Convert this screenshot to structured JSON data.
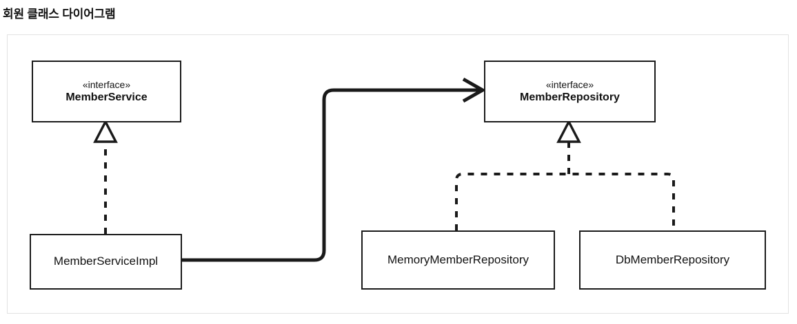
{
  "page": {
    "title": "회원 클래스 다이어그램"
  },
  "diagram": {
    "type": "uml-class-diagram",
    "stereotype_label": "«interface»",
    "colors": {
      "stroke": "#1a1a1a",
      "fill": "#ffffff",
      "frame_border": "#e2e2e2",
      "text": "#111111"
    },
    "nodes": [
      {
        "id": "member-service",
        "stereotype": "«interface»",
        "name": "MemberService",
        "kind": "interface"
      },
      {
        "id": "member-repository",
        "stereotype": "«interface»",
        "name": "MemberRepository",
        "kind": "interface"
      },
      {
        "id": "member-service-impl",
        "name": "MemberServiceImpl",
        "kind": "class"
      },
      {
        "id": "memory-member-repository",
        "name": "MemoryMemberRepository",
        "kind": "class"
      },
      {
        "id": "db-member-repository",
        "name": "DbMemberRepository",
        "kind": "class"
      }
    ],
    "edges": [
      {
        "id": "impl-realizes-service",
        "from": "member-service-impl",
        "to": "member-service",
        "type": "realization",
        "line": "dashed",
        "head": "hollow-triangle"
      },
      {
        "id": "memory-realizes-repository",
        "from": "memory-member-repository",
        "to": "member-repository",
        "type": "realization",
        "line": "dashed",
        "head": "hollow-triangle"
      },
      {
        "id": "db-realizes-repository",
        "from": "db-member-repository",
        "to": "member-repository",
        "type": "realization",
        "line": "dashed",
        "head": "hollow-triangle"
      },
      {
        "id": "impl-uses-repository",
        "from": "member-service-impl",
        "to": "member-repository",
        "type": "dependency",
        "line": "solid",
        "head": "open-arrow"
      }
    ]
  }
}
